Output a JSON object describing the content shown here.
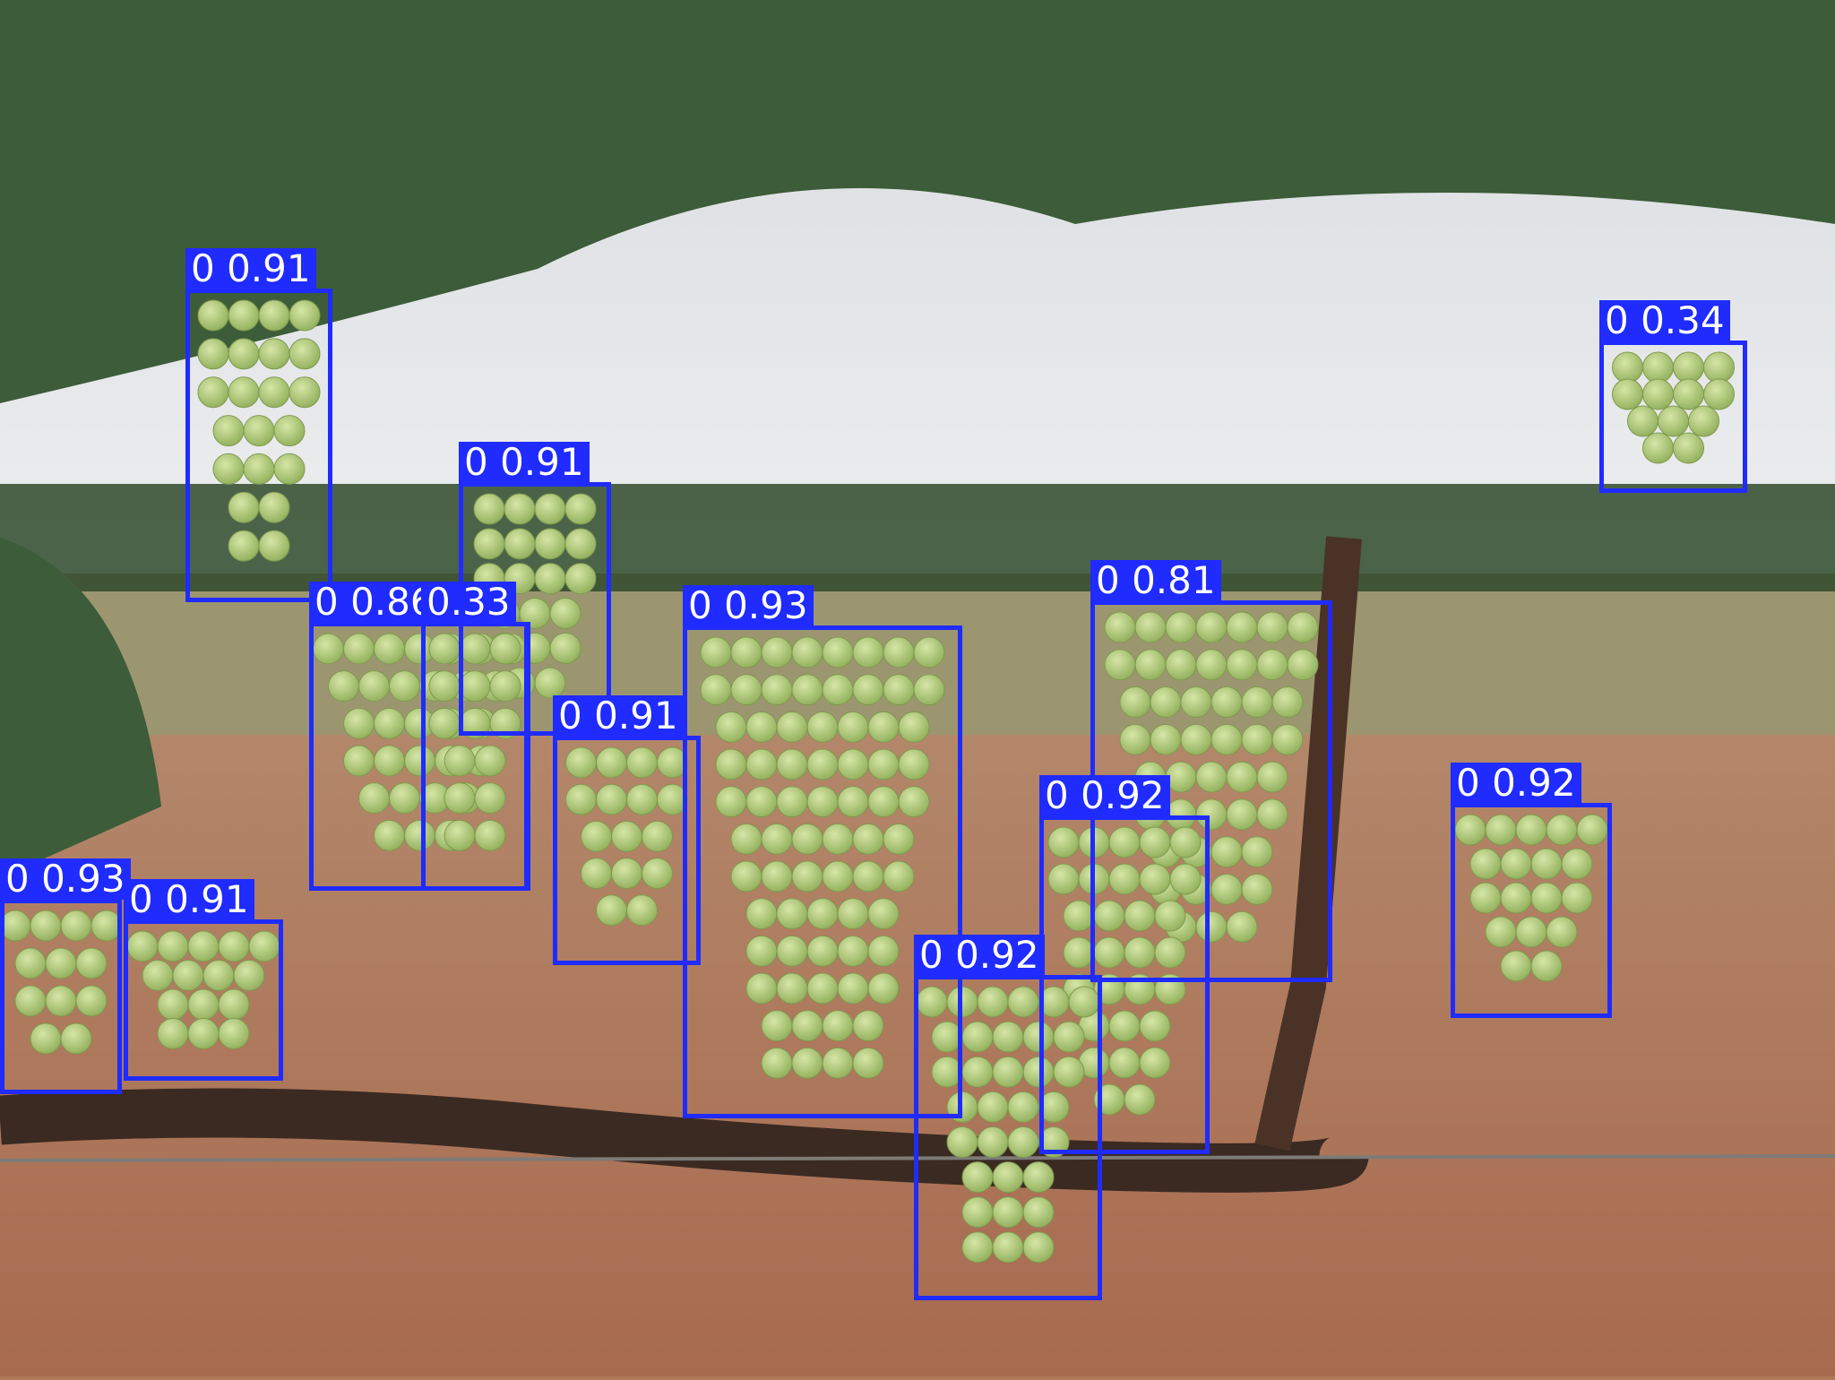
{
  "detections": [
    {
      "label": "0 0.91"
    },
    {
      "label": "0 0.91"
    },
    {
      "label": "0 0.86"
    },
    {
      "label": "0.33"
    },
    {
      "label": "0 0.91"
    },
    {
      "label": "0 0.93"
    },
    {
      "label": "0 0.81"
    },
    {
      "label": "0 0.34"
    },
    {
      "label": "0 0.92"
    },
    {
      "label": "0 0.92"
    },
    {
      "label": "0 0.92"
    },
    {
      "label": "0 0.93"
    },
    {
      "label": "0 0.91"
    }
  ],
  "colors": {
    "box": "#1f2bff",
    "label_text": "#ffffff"
  }
}
